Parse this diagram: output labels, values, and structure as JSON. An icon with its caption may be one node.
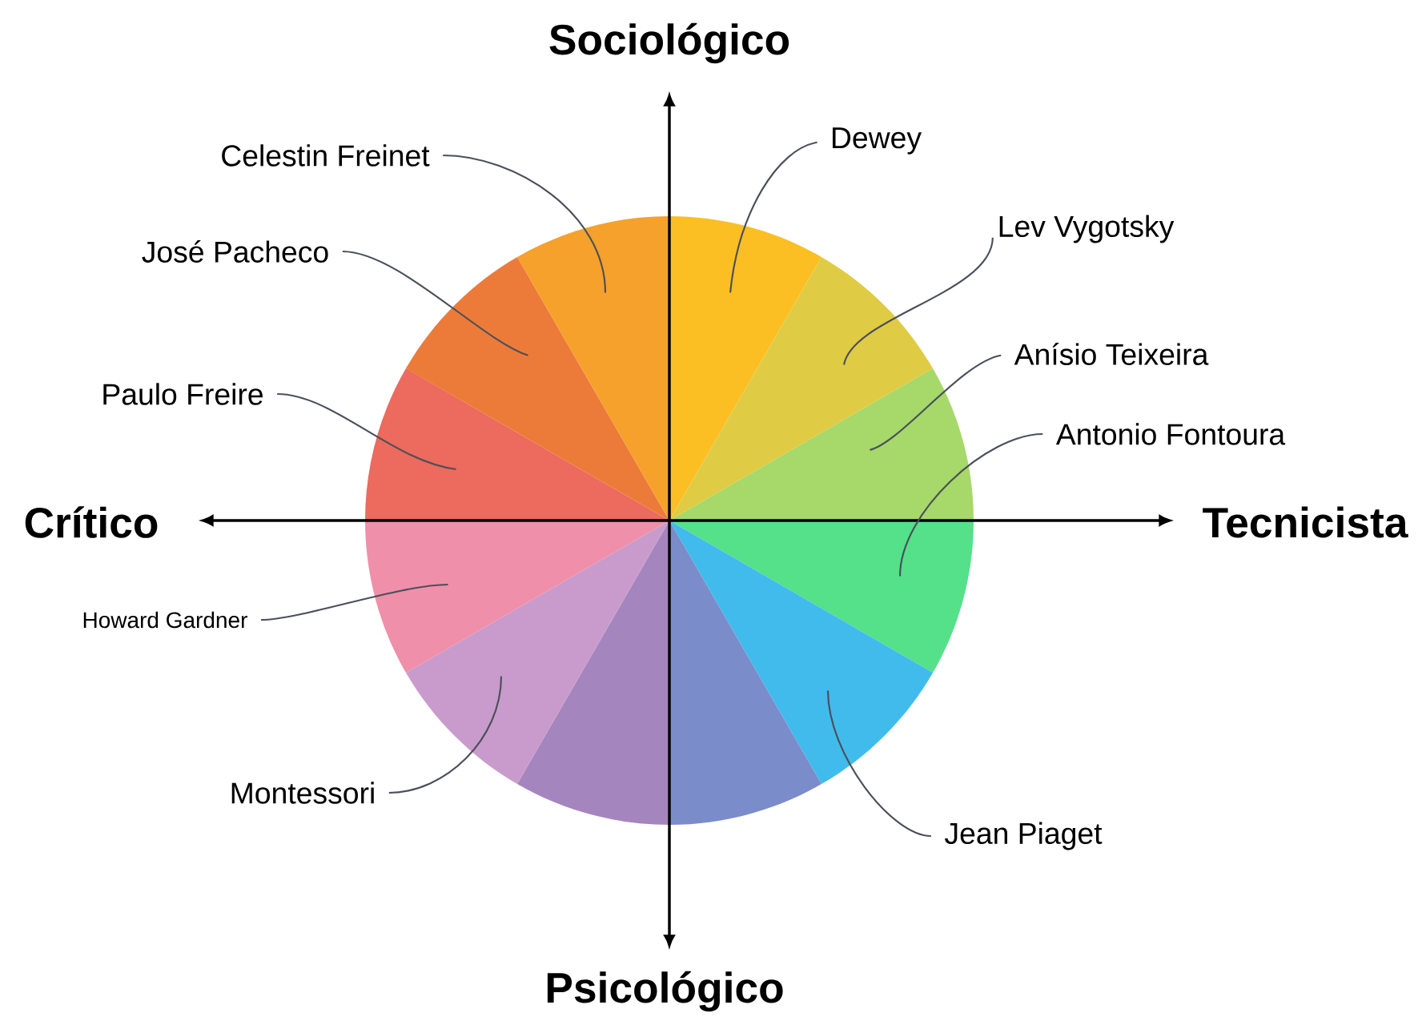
{
  "diagram": {
    "nodes": [
      {
        "text": [
          "Celestin Freinet"
        ]
      },
      {
        "text": [
          "Dewey"
        ]
      },
      {
        "text": [
          "Lev Vygotsky"
        ]
      },
      {
        "text": [
          "José Pacheco"
        ]
      },
      {
        "text": [
          "Anísio Teixeira"
        ]
      },
      {
        "text": [
          "Paulo Freire"
        ]
      },
      {
        "text": [
          "Antonio Fontoura"
        ]
      },
      {
        "text": [
          "Howard Gardner"
        ]
      },
      {
        "text": [
          "Montessori"
        ]
      },
      {
        "text": [
          "Jean Piaget"
        ]
      },
      {
        "text": [],
        "shape": "wedge"
      },
      {
        "text": [],
        "shape": "wedge"
      },
      {
        "text": [],
        "shape": "wedge"
      },
      {
        "text": [],
        "shape": "wedge"
      },
      {
        "text": [],
        "shape": "wedge"
      },
      {
        "text": [],
        "shape": "wedge"
      },
      {
        "text": [],
        "shape": "wedge"
      },
      {
        "text": [],
        "shape": "wedge"
      },
      {
        "text": [],
        "shape": "wedge"
      },
      {
        "text": [],
        "shape": "wedge"
      },
      {
        "text": [],
        "shape": "wedge"
      },
      {
        "text": [],
        "shape": "wedge"
      }
    ],
    "edges": [
      {
        "from": 0,
        "to": 21,
        "arrow": "none"
      },
      {
        "from": 1,
        "to": 10,
        "arrow": "none"
      },
      {
        "from": 2,
        "to": 11,
        "arrow": "none"
      },
      {
        "from": 3,
        "to": 20,
        "arrow": "none"
      },
      {
        "from": 4,
        "to": 12,
        "arrow": "none"
      },
      {
        "from": 5,
        "to": 19,
        "arrow": "none"
      },
      {
        "from": 6,
        "to": 13,
        "arrow": "none"
      },
      {
        "from": 7,
        "to": 18,
        "arrow": "none"
      },
      {
        "from": 8,
        "to": 17,
        "arrow": "none"
      },
      {
        "from": 9,
        "to": 14,
        "arrow": "none"
      }
    ],
    "labels": [
      "Sociológico",
      "Crítico",
      "Tecnicista",
      "Psicológico"
    ]
  }
}
